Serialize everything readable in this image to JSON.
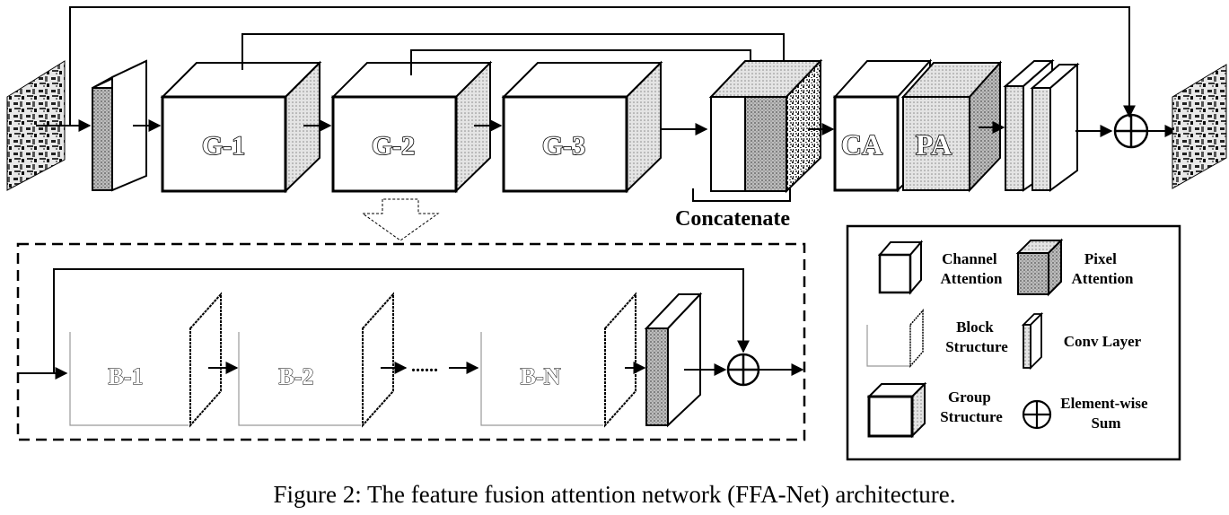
{
  "diagram": {
    "groups": [
      "G-1",
      "G-2",
      "G-3"
    ],
    "concatenate_label": "Concatenate",
    "ca_label": "CA",
    "pa_label": "PA",
    "blocks": [
      "B-1",
      "B-2",
      "B-N"
    ],
    "ellipsis": "......",
    "legend": {
      "channel_attention": "Channel\nAttention",
      "pixel_attention": "Pixel\nAttention",
      "block_structure": "Block\nStructure",
      "conv_layer": "Conv Layer",
      "group_structure": "Group\nStructure",
      "element_wise_sum": "Element-wise\nSum"
    }
  },
  "caption": "Figure 2: The feature fusion attention network (FFA-Net) architecture."
}
